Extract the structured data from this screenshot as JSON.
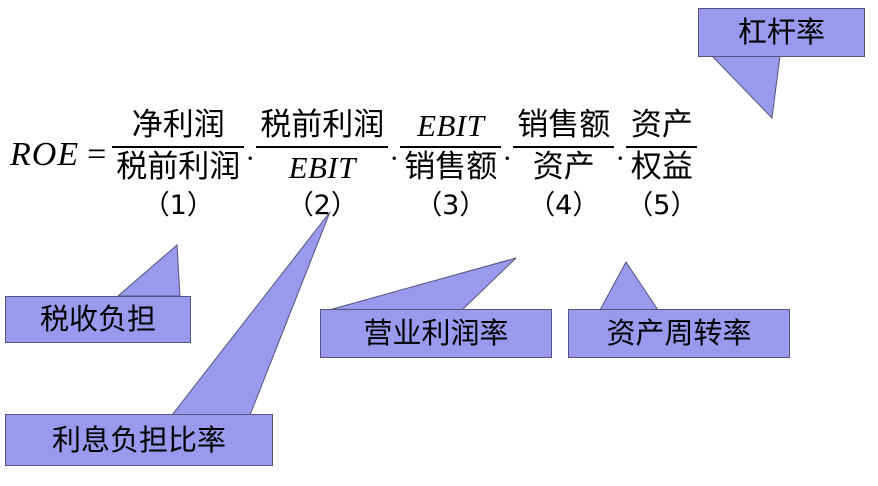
{
  "colors": {
    "callout_fill": "#9999EE",
    "callout_border": "#55557a",
    "text": "#000000",
    "background": "#FFFFFF"
  },
  "formula": {
    "lhs": "ROE",
    "equals": "=",
    "operator": "·",
    "terms": [
      {
        "numerator": "净利润",
        "denominator": "税前利润",
        "index": "（1）",
        "num_italic": false,
        "den_italic": false
      },
      {
        "numerator": "税前利润",
        "denominator": "EBIT",
        "index": "（2）",
        "num_italic": false,
        "den_italic": true
      },
      {
        "numerator": "EBIT",
        "denominator": "销售额",
        "index": "（3）",
        "num_italic": true,
        "den_italic": false
      },
      {
        "numerator": "销售额",
        "denominator": "资产",
        "index": "（4）",
        "num_italic": false,
        "den_italic": false
      },
      {
        "numerator": "资产",
        "denominator": "权益",
        "index": "（5）",
        "num_italic": false,
        "den_italic": false
      }
    ]
  },
  "callouts": [
    {
      "name": "callout-leverage-ratio",
      "label": "杠杆率",
      "target_index": "（5）"
    },
    {
      "name": "callout-tax-burden",
      "label": "税收负担",
      "target_index": "（1）"
    },
    {
      "name": "callout-interest-burden-ratio",
      "label": "利息负担比率",
      "target_index": "（2）"
    },
    {
      "name": "callout-operating-margin",
      "label": "营业利润率",
      "target_index": "（3）"
    },
    {
      "name": "callout-asset-turnover",
      "label": "资产周转率",
      "target_index": "（4）"
    }
  ]
}
